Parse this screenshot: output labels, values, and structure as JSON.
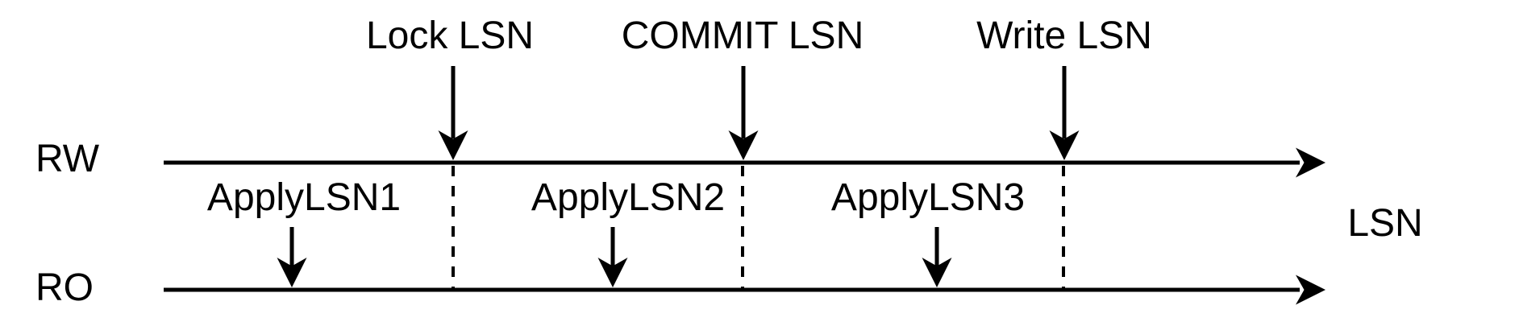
{
  "diagram": {
    "rw_timeline_label": "RW",
    "ro_timeline_label": "RO",
    "axis_label": "LSN",
    "markers": {
      "lock_lsn": "Lock LSN",
      "commit_lsn": "COMMIT LSN",
      "write_lsn": "Write LSN",
      "apply_lsn1": "ApplyLSN1",
      "apply_lsn2": "ApplyLSN2",
      "apply_lsn3": "ApplyLSN3"
    },
    "colors": {
      "stroke": "#000000",
      "background": "#ffffff"
    }
  }
}
